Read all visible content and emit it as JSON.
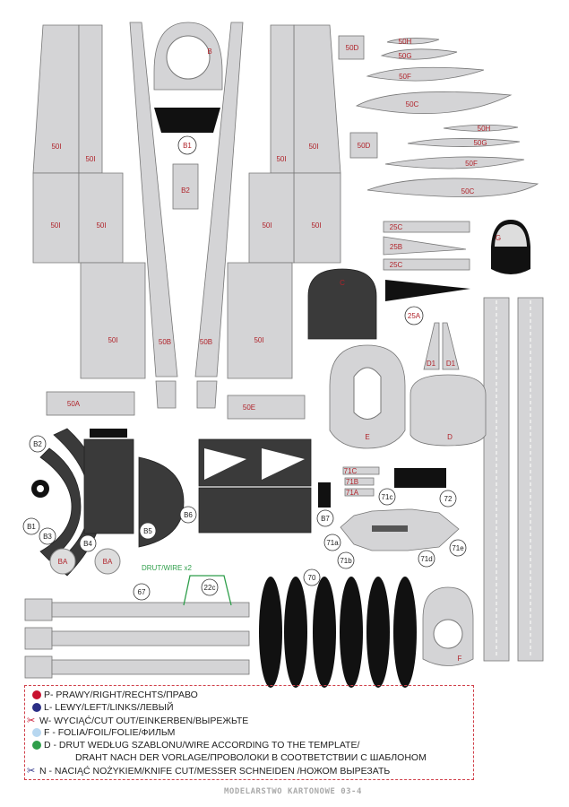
{
  "colors": {
    "label": "#b0232a",
    "part": "#d4d4d6",
    "dark": "#3a3a3a",
    "legend_border": "#d0404a",
    "right": "#c8102e",
    "left": "#2b2f86",
    "foil": "#b7d7f0",
    "wire": "#2e9e4a"
  },
  "parts": {
    "wing_labels": [
      "50I",
      "50I",
      "50I",
      "50I",
      "50I",
      "50I",
      "50I",
      "50I",
      "50I",
      "50I"
    ],
    "b": "B",
    "b1": "B1",
    "b2": "B2",
    "b50_left": "50B",
    "b50_right": "50B",
    "d50": [
      "50D",
      "50D"
    ],
    "h50": [
      "50H",
      "50H"
    ],
    "g50": [
      "50G",
      "50G"
    ],
    "f50": [
      "50F",
      "50F"
    ],
    "c50": [
      "50C",
      "50C"
    ],
    "a50": "50A",
    "e50": "50E",
    "c": "C",
    "c25": [
      "25C",
      "25B",
      "25C"
    ],
    "a25": "25A",
    "g": "G",
    "d1": [
      "D1",
      "D1"
    ],
    "e": "E",
    "d": "D",
    "f": "F"
  },
  "callouts": {
    "b2": "B2",
    "b3": "B3",
    "b1": "B1",
    "b4": "B4",
    "b5": "B5",
    "b6": "B6",
    "b7": "B7",
    "ba": [
      "BA",
      "BA"
    ],
    "c71": [
      "71C",
      "71B",
      "71A"
    ],
    "s71": [
      "71a",
      "71b",
      "71c",
      "71d",
      "71e"
    ],
    "n72": "72",
    "n67": "67",
    "n70": "70",
    "n22c": "22c",
    "wire": "DRUT/WIRE x2"
  },
  "legend": [
    {
      "icon": "red-dot",
      "text": "P- PRAWY/RIGHT/RECHTS/ПРАВО"
    },
    {
      "icon": "blue-dot",
      "text": "L- LEWY/LEFT/LINKS/ЛЕВЫЙ"
    },
    {
      "icon": "scissors-red",
      "text": "W- WYCIĄĆ/CUT OUT/EINKERBEN/ВЫРЕЖЬТЕ"
    },
    {
      "icon": "lightblue-dot",
      "text": "F - FOLIA/FOIL/FOLIE/ФИЛЬМ"
    },
    {
      "icon": "green-dot",
      "text": "D - DRUT WEDŁUG SZABLONU/WIRE ACCORDING TO THE TEMPLATE/"
    },
    {
      "icon": "",
      "text": "DRAHT NACH DER VORLAGE/ПРОВОЛОКИ В СООТВЕТСТВИИ С ШАБЛОНОМ"
    },
    {
      "icon": "scissors-blue",
      "text": "N - NACIĄĆ NOŻYKIEM/KNIFE CUT/MESSER SCHNEIDEN /НОЖОМ ВЫРЕЗАТЬ"
    }
  ],
  "footer": "MODELARSTWO KARTONOWE 03-4"
}
